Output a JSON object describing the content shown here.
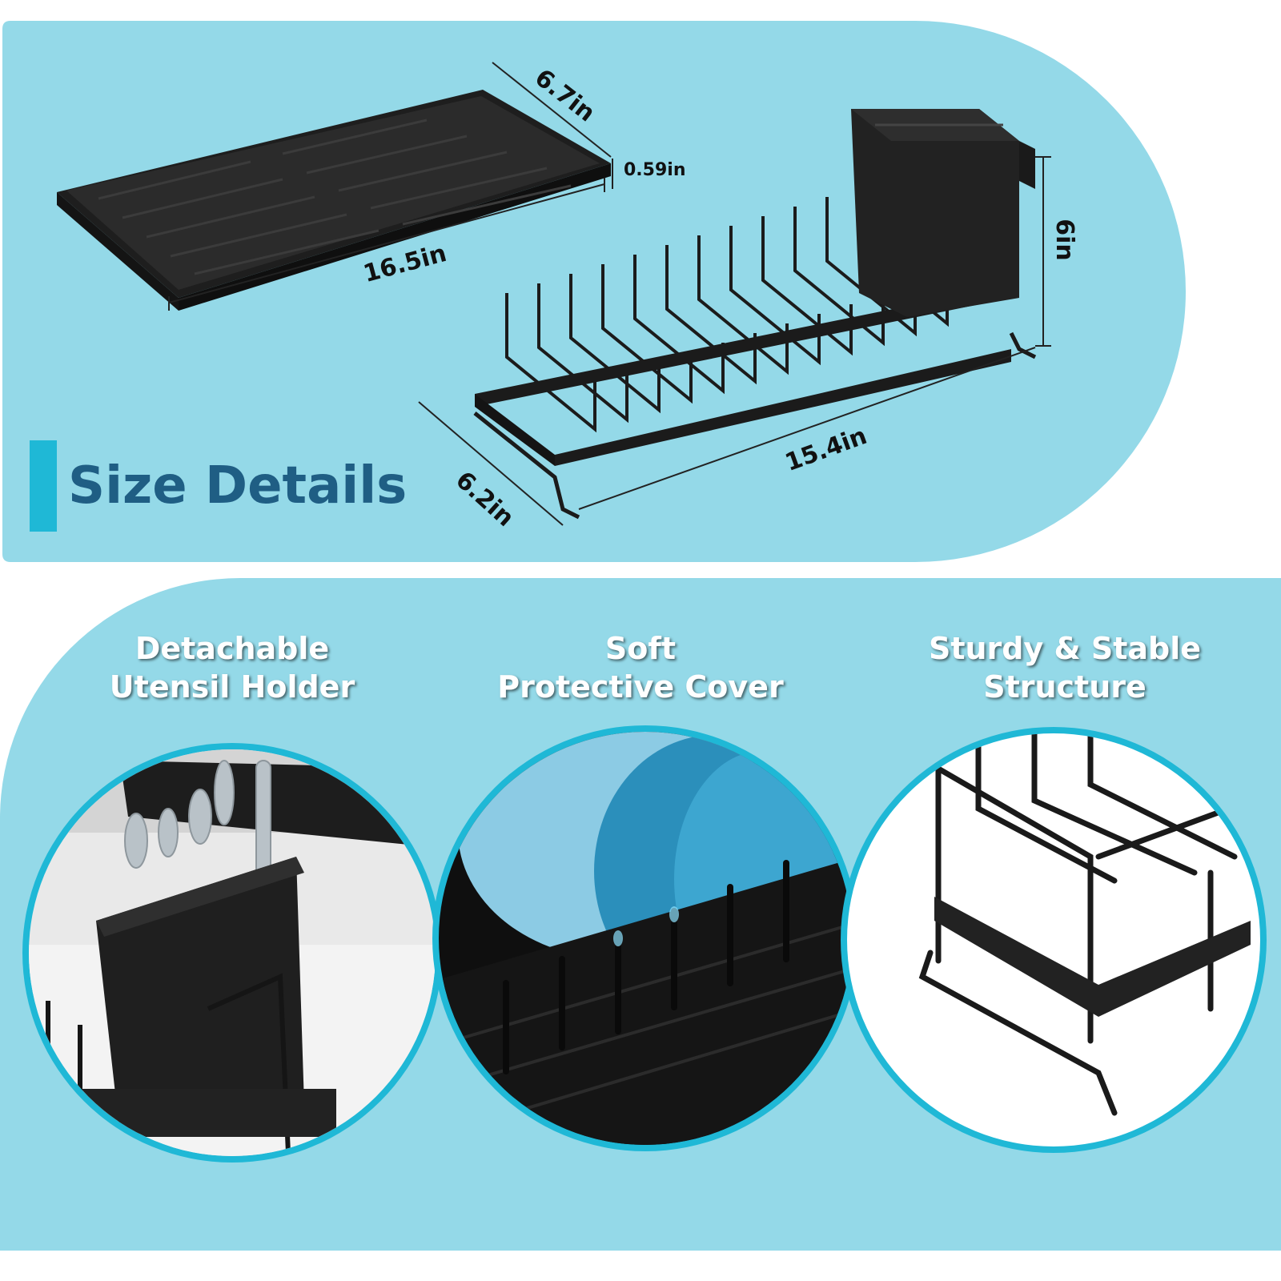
{
  "colors": {
    "panel_bg": "#94d9e8",
    "accent": "#1fb8d6",
    "title_text": "#1f5e84",
    "product_black": "#1b1b1b",
    "label_text": "#ffffff"
  },
  "size_panel": {
    "title": "Size Details",
    "dimensions": {
      "tray_depth": "6.7in",
      "tray_height": "0.59in",
      "tray_length": "16.5in",
      "rack_height": "6in",
      "rack_length": "15.4in",
      "rack_depth": "6.2in"
    }
  },
  "features": [
    {
      "line1": "Detachable",
      "line2": "Utensil Holder",
      "image": "utensil-holder-closeup"
    },
    {
      "line1": "Soft",
      "line2": "Protective Cover",
      "image": "plates-protective-cover-closeup"
    },
    {
      "line1": "Sturdy & Stable",
      "line2": "Structure",
      "image": "rack-frame-closeup"
    }
  ]
}
